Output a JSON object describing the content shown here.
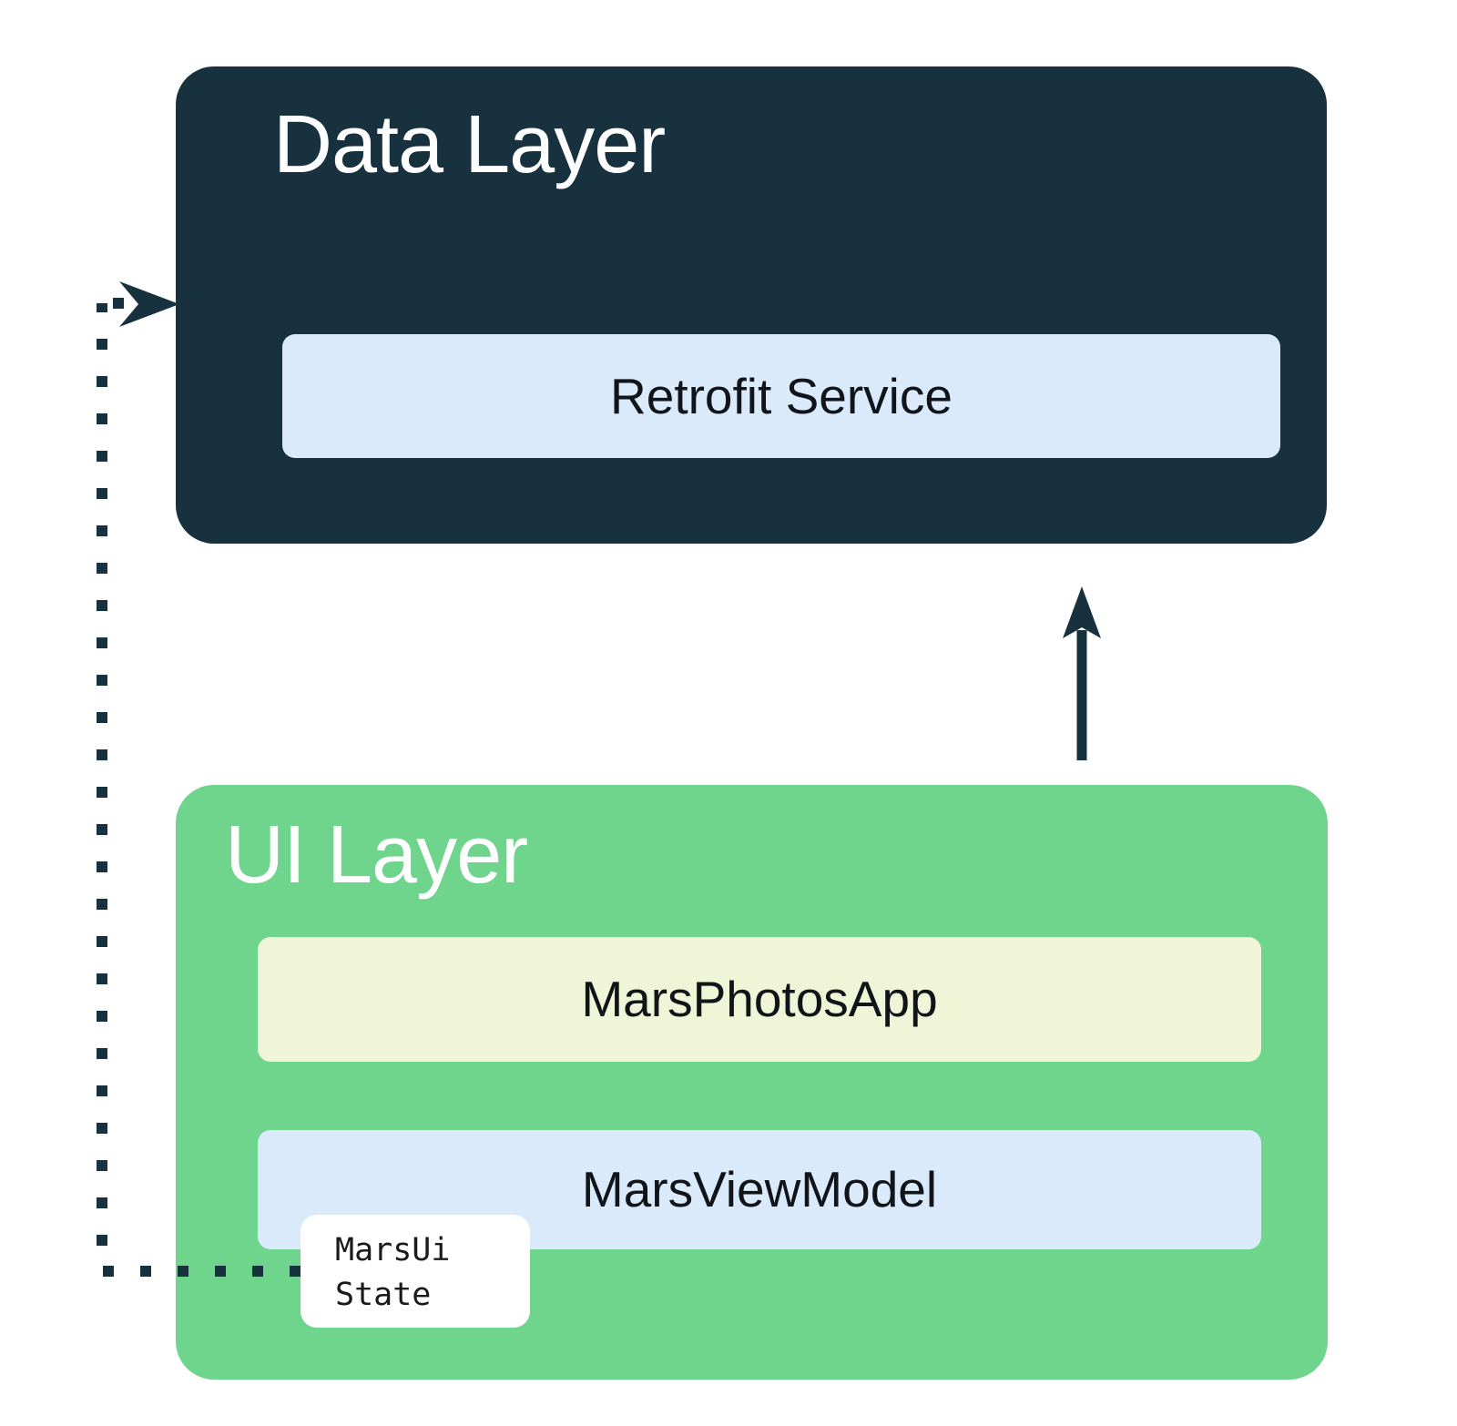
{
  "diagram": {
    "data_layer": {
      "title": "Data Layer",
      "retrofit_label": "Retrofit Service"
    },
    "ui_layer": {
      "title": "UI Layer",
      "app_label": "MarsPhotosApp",
      "viewmodel_label": "MarsViewModel",
      "ui_state_label": "MarsUi\nState"
    }
  },
  "colors": {
    "navy": "#17313F",
    "green": "#6FD58C",
    "lightblue": "#DBEAFB",
    "cream": "#EFF5D6",
    "boxwhite": "#FFFFFF",
    "textdark": "#111418",
    "textlight": "#FFFFFF"
  }
}
